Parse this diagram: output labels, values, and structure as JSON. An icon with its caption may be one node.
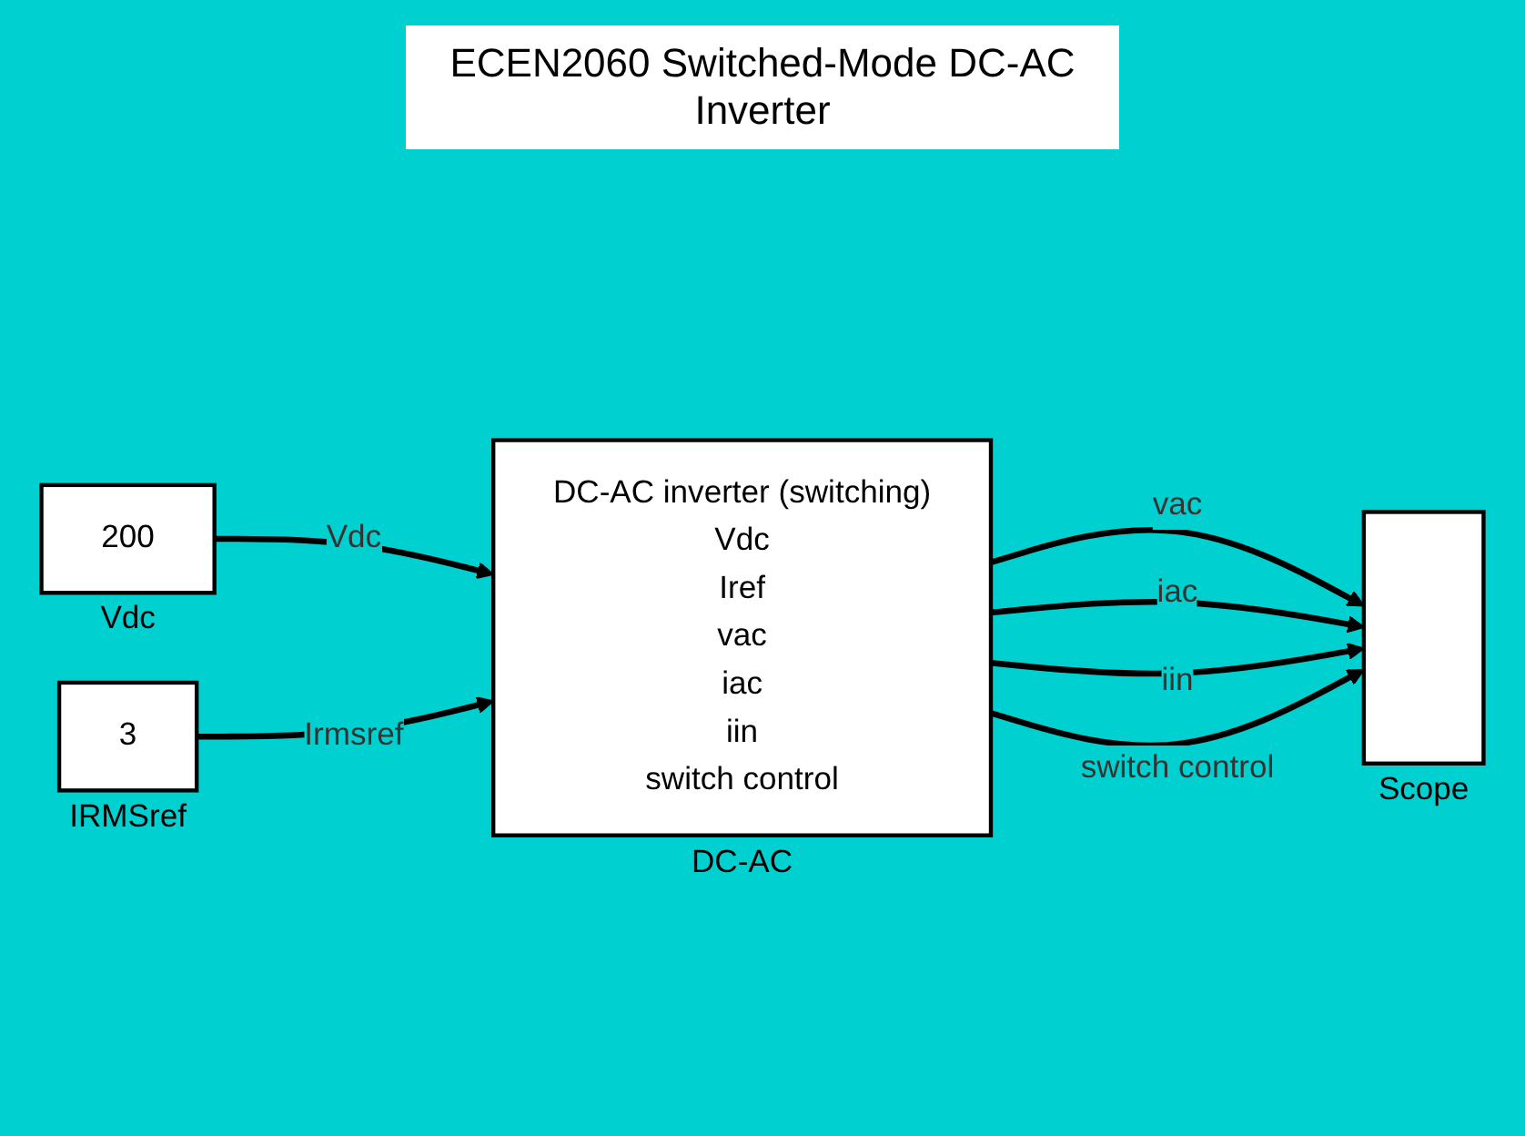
{
  "diagram": {
    "title": "ECEN2060 Switched-Mode DC-AC Inverter",
    "nodes": [
      {
        "text": [
          "200"
        ],
        "beside": [
          "Vdc"
        ]
      },
      {
        "text": [
          "3"
        ],
        "beside": [
          "IRMSref"
        ]
      },
      {
        "text": [
          "DC-AC inverter (switching)",
          "Vdc",
          "Iref",
          "vac",
          "iac",
          "iin",
          "switch control"
        ],
        "beside": [
          "DC-AC"
        ]
      },
      {
        "text": [],
        "shape": "box",
        "beside": [
          "Scope"
        ]
      }
    ],
    "edges": [
      {
        "from": 0,
        "to": 2,
        "arrow": "to",
        "label": "Vdc"
      },
      {
        "from": 1,
        "to": 2,
        "arrow": "to",
        "label": "Irmsref"
      },
      {
        "from": 2,
        "to": 3,
        "arrow": "to",
        "label": "vac"
      },
      {
        "from": 2,
        "to": 3,
        "arrow": "to",
        "label": "iac"
      },
      {
        "from": 2,
        "to": 3,
        "arrow": "to",
        "label": "iin"
      },
      {
        "from": 2,
        "to": 3,
        "arrow": "to",
        "label": "switch control"
      }
    ]
  }
}
